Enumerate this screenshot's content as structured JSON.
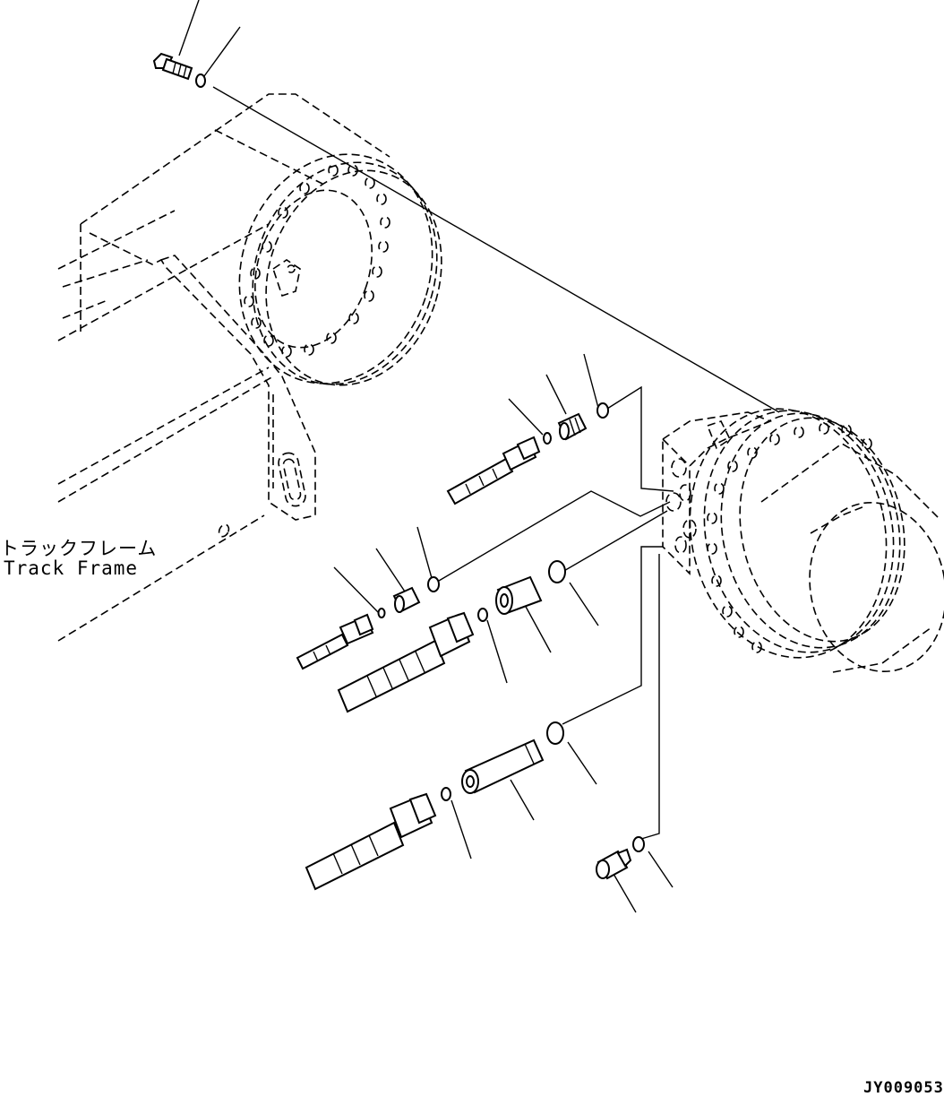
{
  "labels": {
    "track_frame_jp": "トラックフレーム",
    "track_frame_en": "Track Frame",
    "drawing_code": "JY009053"
  },
  "colors": {
    "line": "#000000",
    "background": "#ffffff"
  }
}
